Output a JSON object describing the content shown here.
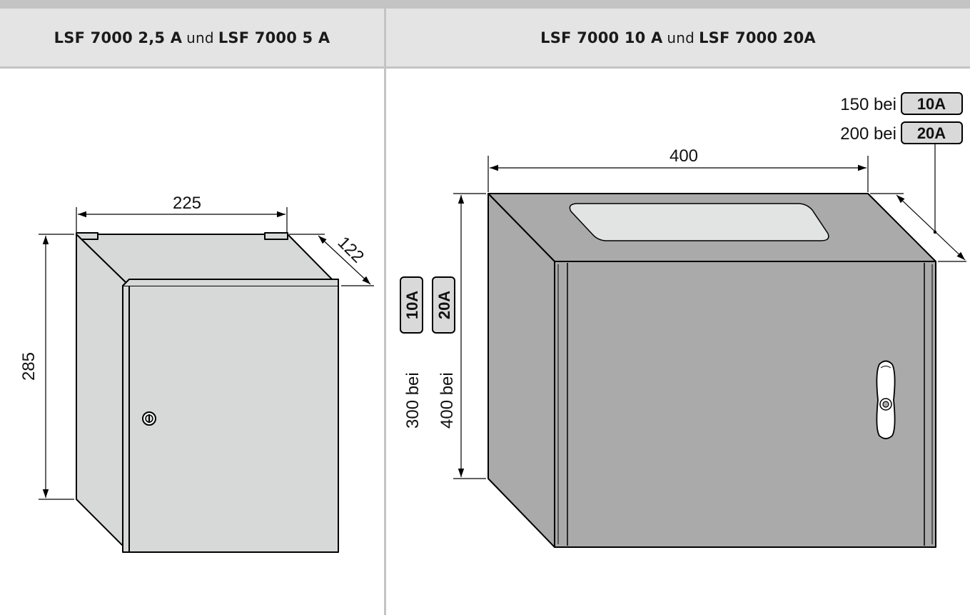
{
  "headers": {
    "left": {
      "part1": "LSF 7000 2,5 A",
      "und": "und",
      "part2": "LSF 7000 5 A"
    },
    "right": {
      "part1": "LSF 7000 10 A",
      "und": "und",
      "part2": "LSF 7000 20A"
    }
  },
  "small_cabinet": {
    "width": "225",
    "depth": "122",
    "height": "285"
  },
  "large_cabinet": {
    "width": "400",
    "depth_10a_prefix": "150 bei",
    "depth_20a_prefix": "200 bei",
    "height_10a_prefix": "300 bei",
    "height_20a_prefix": "400 bei",
    "badge_10a": "10A",
    "badge_20a": "20A"
  },
  "colors": {
    "header_bg": "#e4e4e4",
    "separator": "#c4c4c4",
    "small_cabinet_fill": "#d7d9d8",
    "large_cabinet_fill": "#a9aaa9",
    "badge_fill": "#d9d9d9"
  }
}
